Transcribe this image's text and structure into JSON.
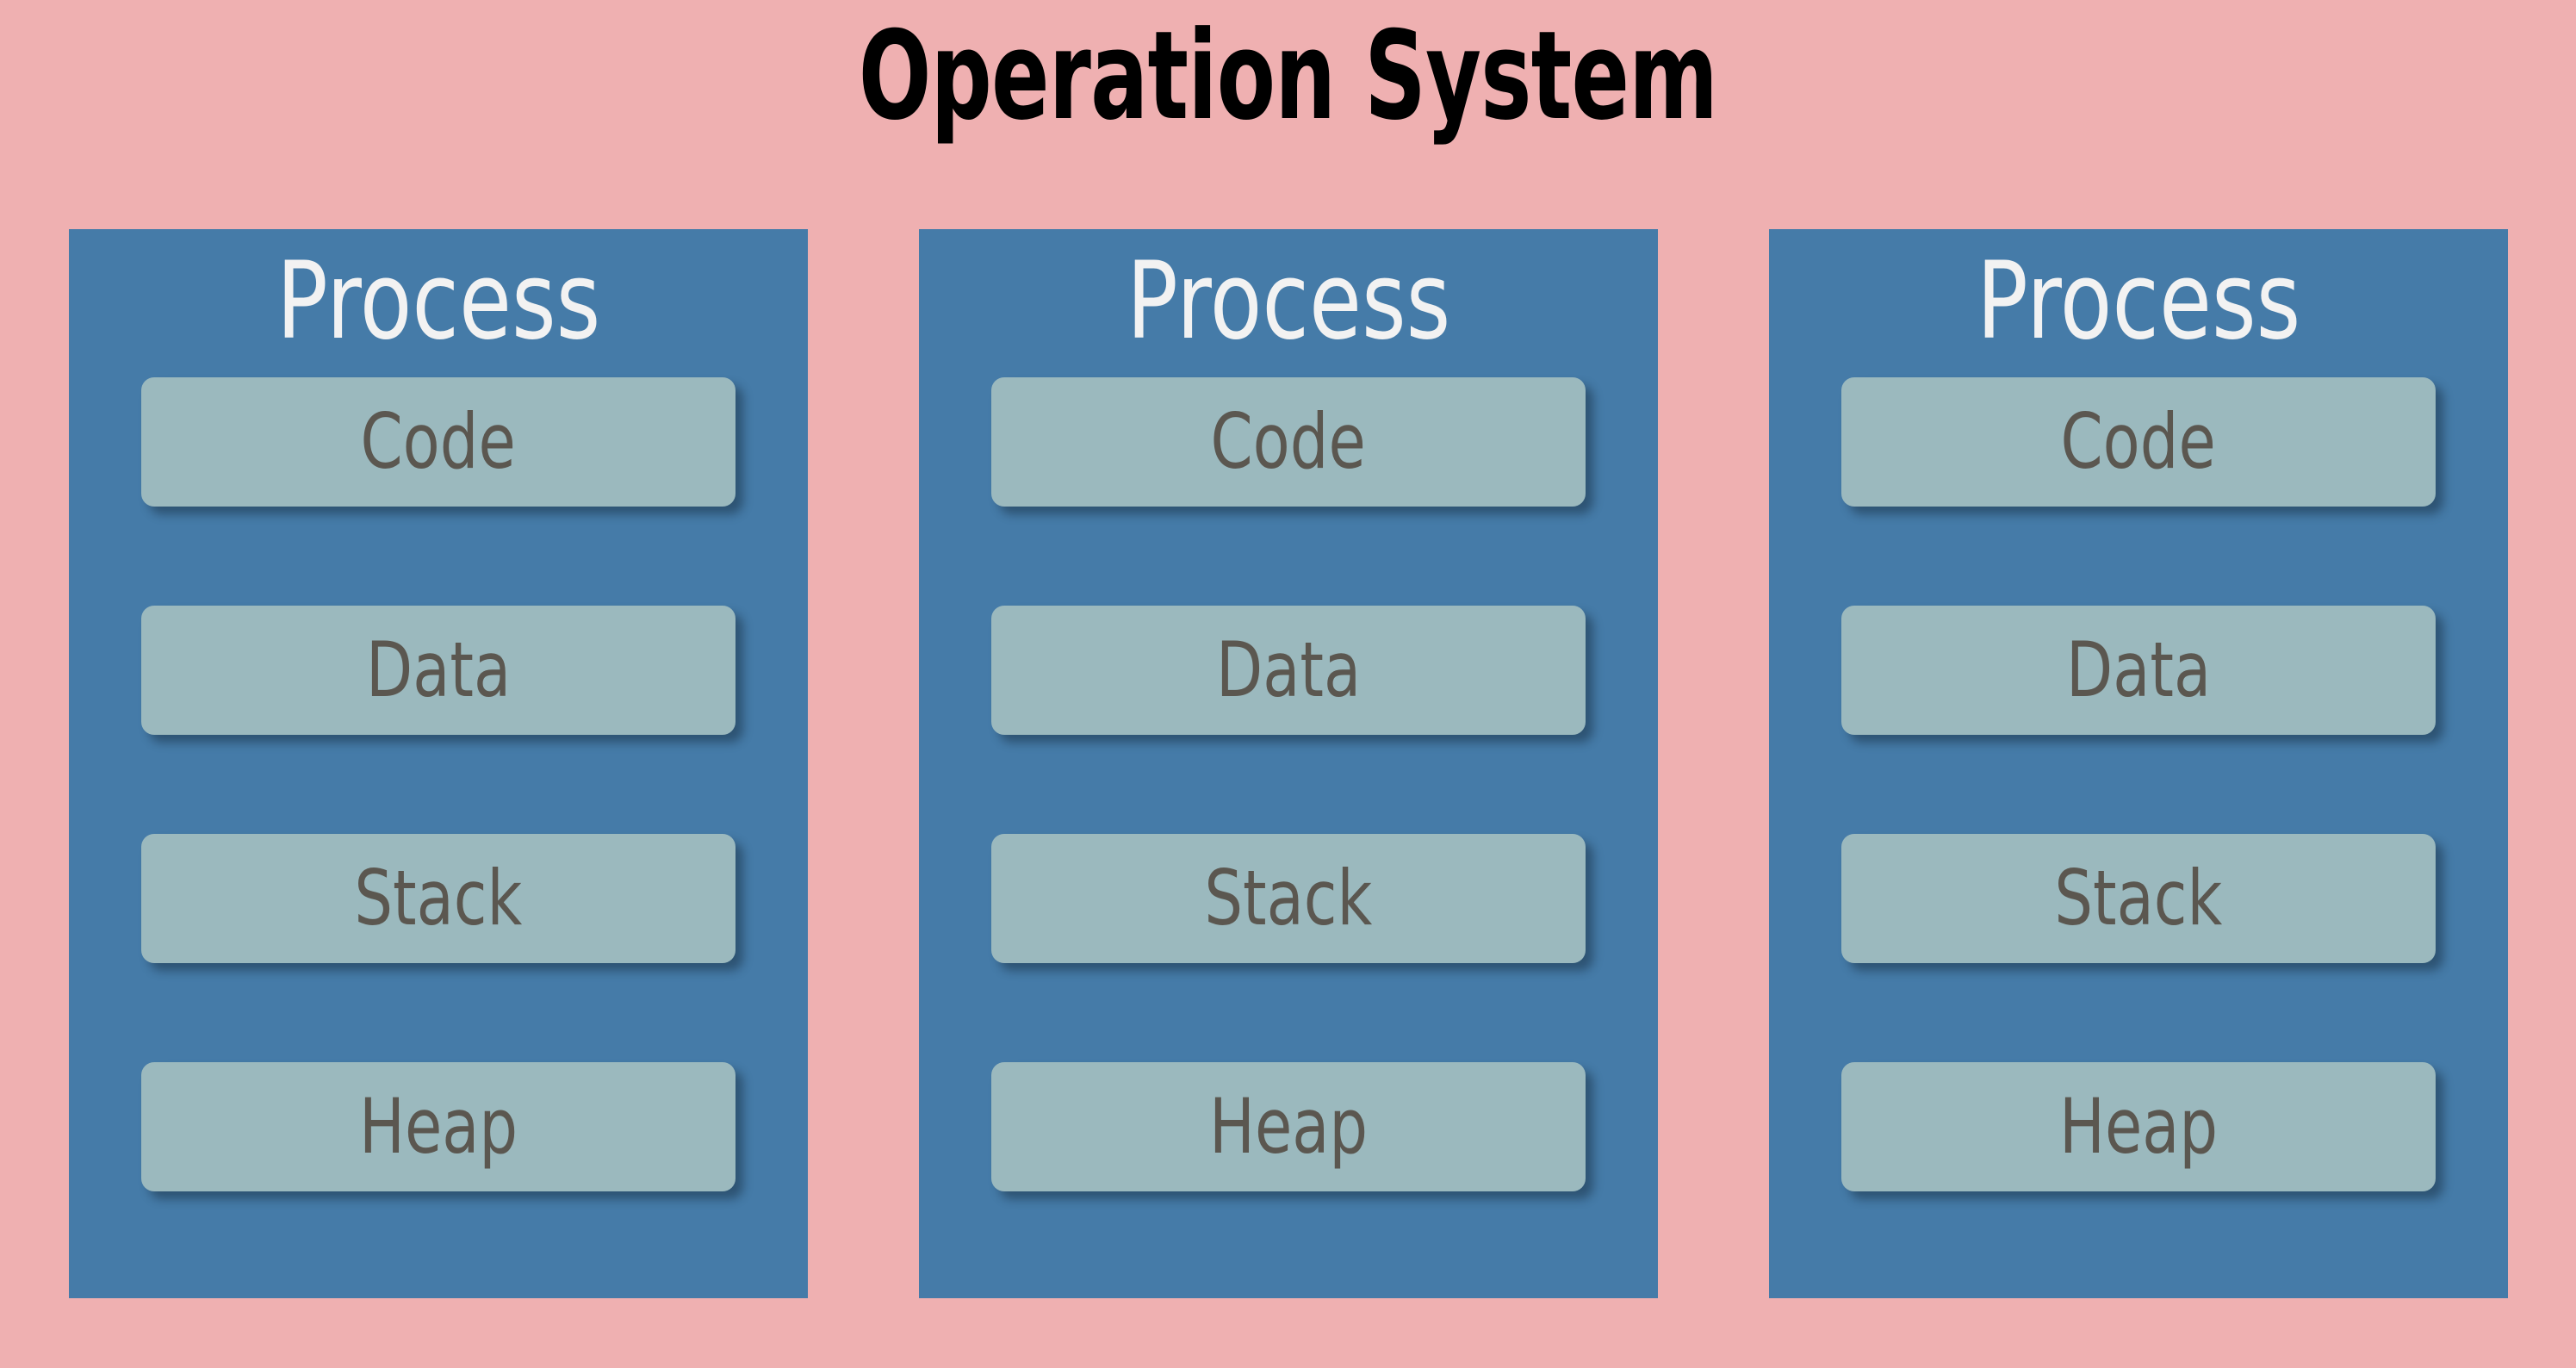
{
  "diagram": {
    "title": "Operation System",
    "background_color": "#EFB0B1",
    "title_color": "#000000",
    "type": "block-diagram",
    "description": "Operating system containing three identical process blocks, each split into Code, Data, Stack and Heap memory segments."
  },
  "palette": {
    "page_background": "#EFB0B1",
    "process_block": "#457BA8",
    "process_title_text": "#F2F2F2",
    "segment_block": "#9BB9BE",
    "segment_label_text": "#5B5750",
    "segment_shadow": "rgba(18,35,50,0.45)"
  },
  "processes": [
    {
      "title": "Process",
      "segments": [
        {
          "label": "Code"
        },
        {
          "label": "Data"
        },
        {
          "label": "Stack"
        },
        {
          "label": "Heap"
        }
      ]
    },
    {
      "title": "Process",
      "segments": [
        {
          "label": "Code"
        },
        {
          "label": "Data"
        },
        {
          "label": "Stack"
        },
        {
          "label": "Heap"
        }
      ]
    },
    {
      "title": "Process",
      "segments": [
        {
          "label": "Code"
        },
        {
          "label": "Data"
        },
        {
          "label": "Stack"
        },
        {
          "label": "Heap"
        }
      ]
    }
  ]
}
